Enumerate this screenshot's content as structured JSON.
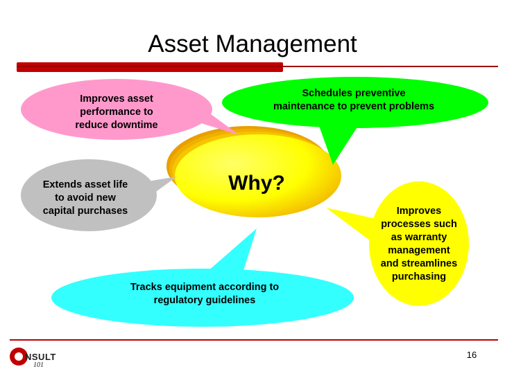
{
  "title": "Asset Management",
  "center": {
    "label": "Why?"
  },
  "bubbles": {
    "performance": "Improves asset\nperformance to\nreduce downtime",
    "maintenance": "Schedules preventive\nmaintenance to prevent problems",
    "asset_life": "Extends asset life\nto avoid new\ncapital purchases",
    "processes": "Improves\nprocesses such\nas warranty\nmanagement\nand streamlines\npurchasing",
    "regulatory": "Tracks equipment according to\nregulatory guidelines"
  },
  "footer": {
    "page_number": "16",
    "logo_word": "NSULT",
    "logo_sub": "101"
  },
  "colors": {
    "title_bar": "#c00000",
    "center_fill": "#ffff00",
    "pink": "#ff99cc",
    "green": "#00ff00",
    "gray": "#c0c0c0",
    "yellow": "#ffff00",
    "cyan": "#33ffff"
  }
}
